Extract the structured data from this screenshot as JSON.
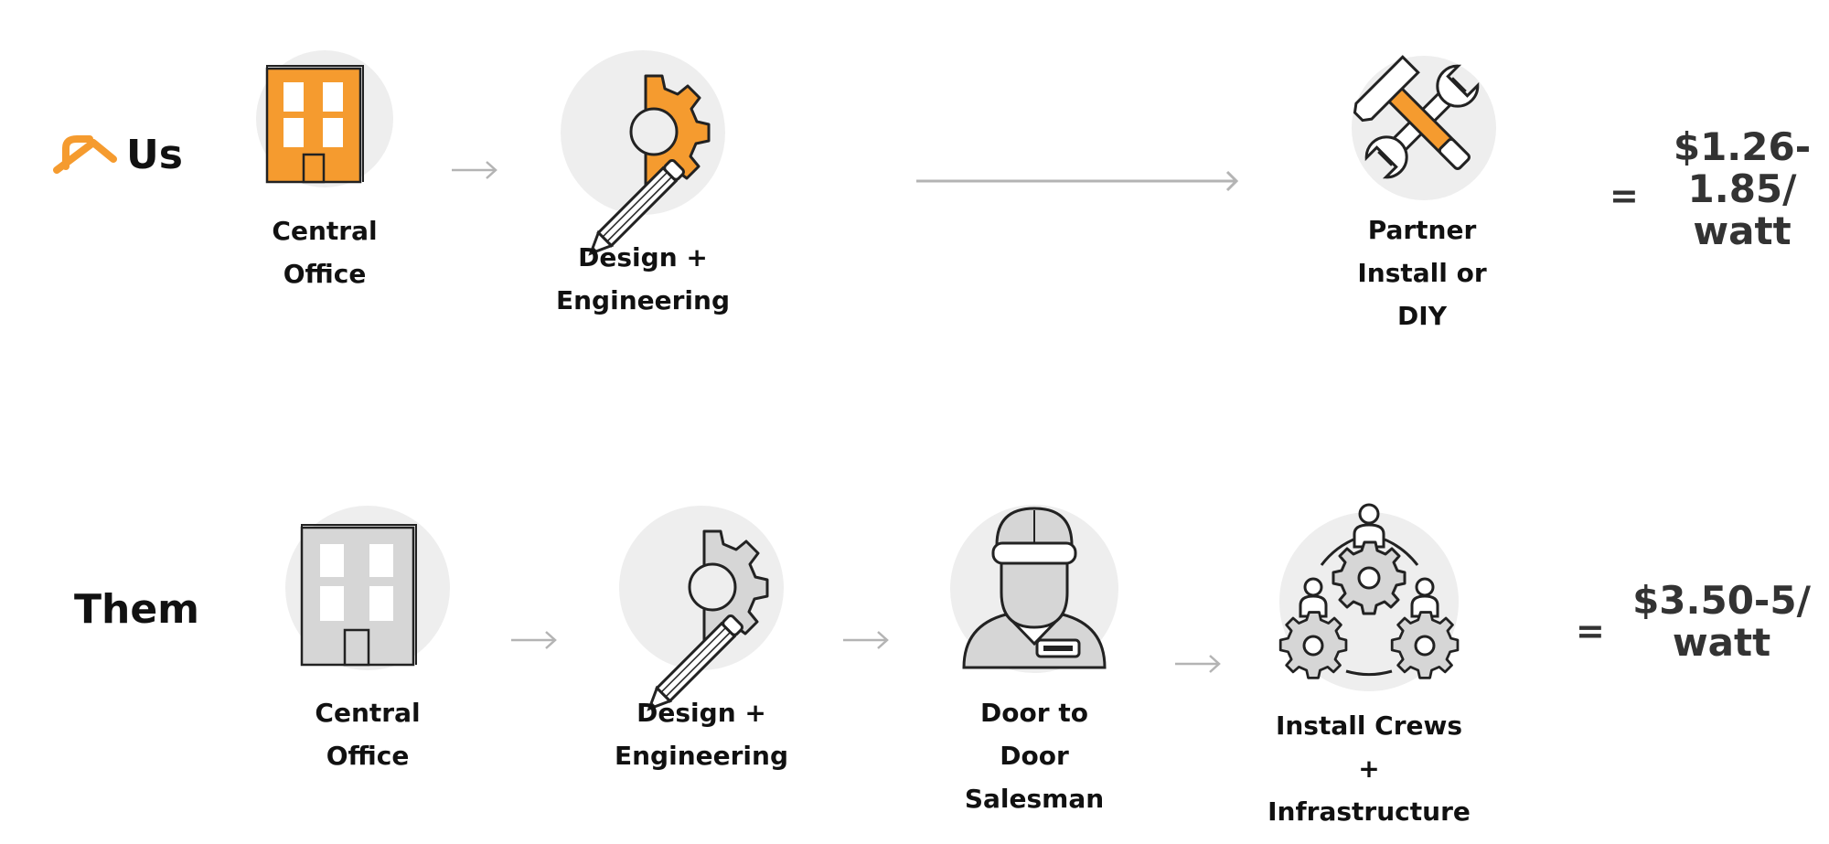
{
  "colors": {
    "accent": "#F59B2F",
    "circle": "#EEEEEE",
    "gray_fill": "#D6D6D6",
    "arrow": "#B4B4B4",
    "outline": "#222222"
  },
  "us": {
    "label": "Us",
    "logo_icon": "house-roof-logo-icon",
    "steps": [
      {
        "icon": "building-icon",
        "label_lines": [
          "Central",
          "Office"
        ]
      },
      {
        "icon": "pencil-gear-icon",
        "label_lines": [
          "Design +",
          "Engineering"
        ]
      },
      {
        "icon": "hammer-wrench-icon",
        "label_lines": [
          "Partner",
          "Install or",
          "DIY"
        ]
      }
    ],
    "equals": "=",
    "price_lines": [
      "$1.26-",
      "1.85/",
      "watt"
    ]
  },
  "them": {
    "label": "Them",
    "steps": [
      {
        "icon": "building-icon",
        "label_lines": [
          "Central",
          "Office"
        ]
      },
      {
        "icon": "pencil-gear-icon",
        "label_lines": [
          "Design +",
          "Engineering"
        ]
      },
      {
        "icon": "salesman-icon",
        "label_lines": [
          "Door to",
          "Door",
          "Salesman"
        ]
      },
      {
        "icon": "crew-gears-icon",
        "label_lines": [
          "Install Crews",
          "+",
          "Infrastructure"
        ]
      }
    ],
    "equals": "=",
    "price_lines": [
      "$3.50-5/",
      "watt"
    ]
  }
}
